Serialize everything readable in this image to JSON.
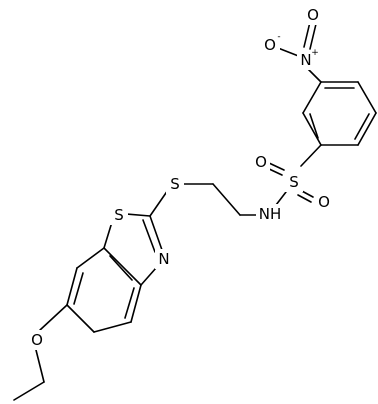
{
  "structure": {
    "atoms": {
      "nitro_o_minus": {
        "label": "O",
        "charge": "-"
      },
      "nitro_n": {
        "label": "N",
        "charge": "+"
      },
      "nitro_o_double": {
        "label": "O"
      },
      "sulfonyl_s": {
        "label": "S"
      },
      "sulfonyl_o_left": {
        "label": "O"
      },
      "sulfonyl_o_right": {
        "label": "O"
      },
      "amide_nh": {
        "label": "NH"
      },
      "thioether_s": {
        "label": "S"
      },
      "thiazole_s": {
        "label": "S"
      },
      "thiazole_n": {
        "label": "N"
      },
      "ether_o": {
        "label": "O"
      }
    }
  },
  "colors": {
    "bond": "#000000",
    "label": "#000000",
    "background": "#ffffff"
  }
}
